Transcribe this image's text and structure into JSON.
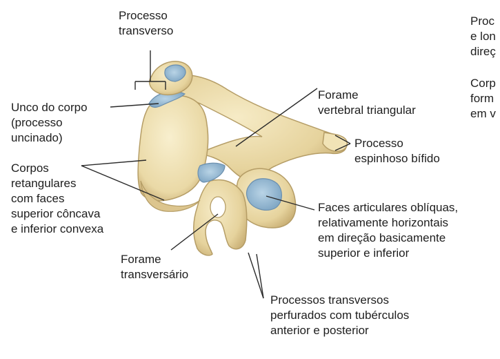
{
  "labels": {
    "processo_transverso": "Processo\ntransverso",
    "unco_do_corpo": "Unco do corpo\n(processo\nuncinado)",
    "corpos_retangulares": "Corpos\nretangulares\ncom faces\nsuperior côncava\ne inferior convexa",
    "forame_transversario": "Forame\ntransversário",
    "forame_vertebral": "Forame\nvertebral triangular",
    "processo_espinhoso": "Processo\nespinhoso bífido",
    "faces_articulares": "Faces articulares oblíquas,\nrelativamente horizontais\nem direção basicamente\nsuperior e inferior",
    "processos_transversos_perfurados": "Processos transversos\nperfurados com tubérculos\nanterior e posterior",
    "cut_top_right": "Proc\ne lon\ndireç",
    "cut_mid_right": "Corp\nform\nem v"
  },
  "colors": {
    "bone": "#ecdcaa",
    "bone_dark": "#c9b27a",
    "cartilage": "#9dbfd8",
    "text": "#1e1e1e"
  }
}
